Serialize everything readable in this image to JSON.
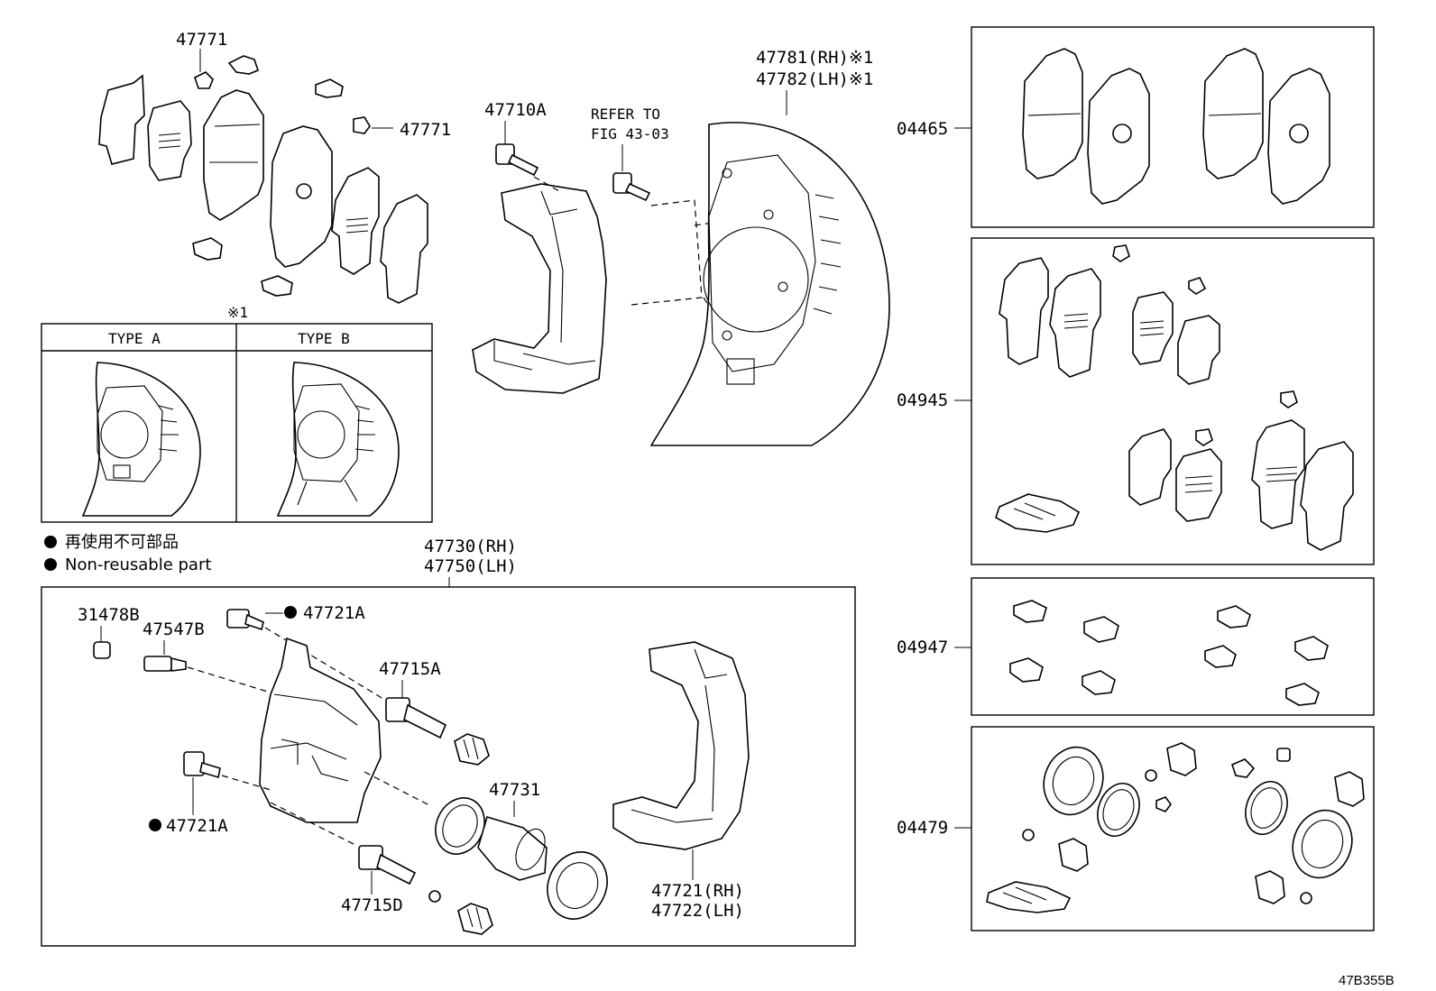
{
  "labels": {
    "clip_top": "47771",
    "clip_right": "47771",
    "bolt_upper": "47710A",
    "refer_line1": "REFER TO",
    "refer_line2": "FIG 43-03",
    "shield_rh": "47781(RH)※1",
    "shield_lh": "47782(LH)※1",
    "note_mark": "※1",
    "type_a": "TYPE   A",
    "type_b": "TYPE   B",
    "caliper_rh": "47730(RH)",
    "caliper_lh": "47750(LH)",
    "cap": "31478B",
    "bleeder": "47547B",
    "bolt_a_top": "47721A",
    "bolt_a_bottom": "47721A",
    "pin_a": "47715A",
    "piston": "47731",
    "pin_d": "47715D",
    "mount_rh": "47721(RH)",
    "mount_lh": "47722(LH)",
    "kit_pads": "04465",
    "kit_shims": "04945",
    "kit_clips": "04947",
    "kit_seals": "04479"
  },
  "legend": {
    "line_jp": "再使用不可部品",
    "line_en": "Non-reusable part"
  },
  "footer": {
    "code": "47B355B"
  }
}
